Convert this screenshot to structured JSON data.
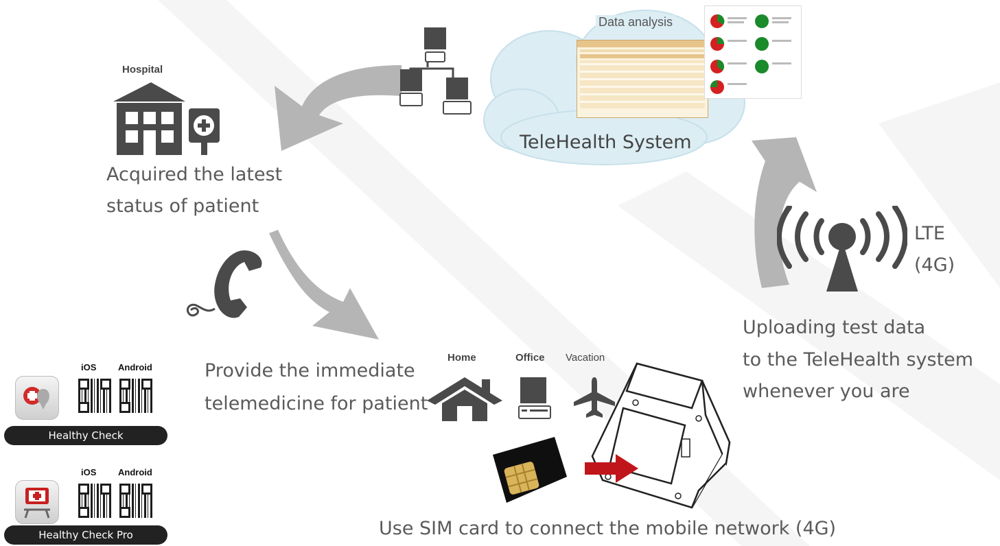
{
  "cloud": {
    "label": "TeleHealth System",
    "analysis_label": "Data analysis"
  },
  "hospital": {
    "title": "Hospital",
    "caption_line1": "Acquired the latest",
    "caption_line2": "status of patient"
  },
  "telemedicine": {
    "caption_line1": "Provide the immediate",
    "caption_line2": "telemedicine for patient"
  },
  "locations": {
    "home": "Home",
    "office": "Office",
    "vacation": "Vacation"
  },
  "lte": {
    "line1": "LTE",
    "line2": "(4G)"
  },
  "upload": {
    "line1": "Uploading test data",
    "line2": "to the TeleHealth system",
    "line3": "whenever you are"
  },
  "sim_caption": "Use SIM card to connect the mobile network (4G)",
  "apps": [
    {
      "name": "Healthy Check",
      "ios": "iOS",
      "android": "Android"
    },
    {
      "name": "Healthy Check Pro",
      "ios": "iOS",
      "android": "Android"
    }
  ],
  "icons": {
    "hospital": "hospital-icon",
    "computers": "network-computers-icon",
    "phone": "telephone-icon",
    "home": "house-icon",
    "office": "desktop-computer-icon",
    "vacation": "airplane-icon",
    "antenna": "antenna-signal-icon",
    "sim": "sim-card-icon",
    "device": "meter-device-icon"
  },
  "colors": {
    "arrow": "#b5b5b5",
    "icon": "#4a4a4a",
    "cloud": "#dbeef5",
    "watermark": "#f4f4f4",
    "sim_arrow": "#c0161b",
    "pie_green": "#1a8a2a",
    "pie_red": "#d42020"
  }
}
